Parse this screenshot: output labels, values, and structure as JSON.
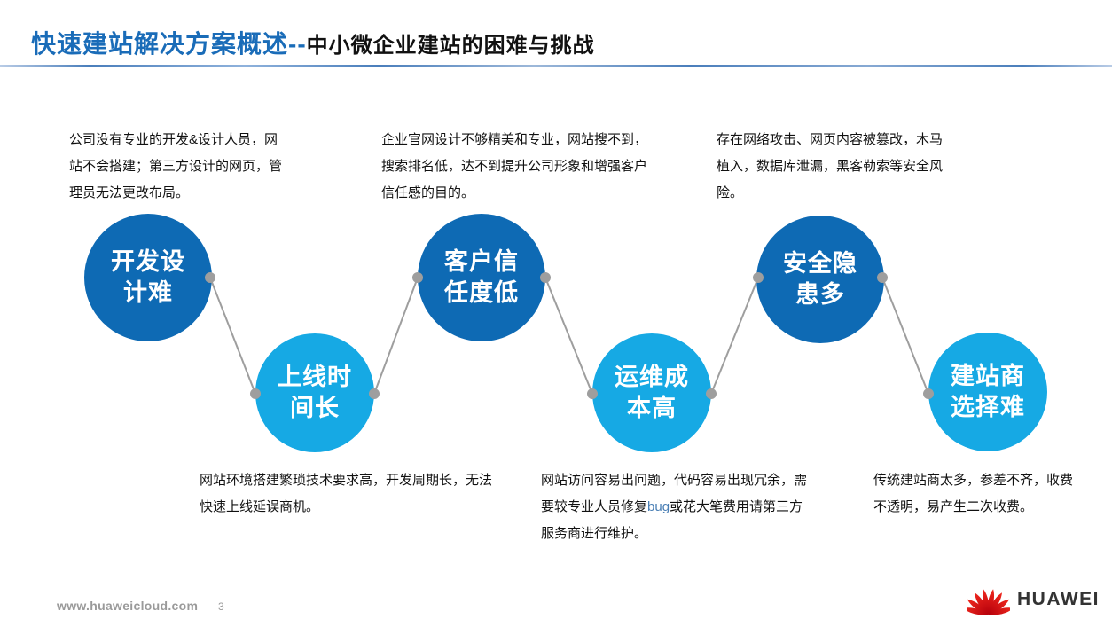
{
  "slide": {
    "title": {
      "primary": "快速建站解决方案概述--",
      "secondary": "中小微企业建站的困难与挑战"
    },
    "top_notes": [
      "公司没有专业的开发&设计人员，网站不会搭建；第三方设计的网页，管理员无法更改布局。",
      "企业官网设计不够精美和专业，网站搜不到，搜索排名低，达不到提升公司形象和增强客户信任感的目的。",
      "存在网络攻击、网页内容被篡改，木马植入，数据库泄漏，黑客勒索等安全风险。"
    ],
    "bubbles": [
      {
        "label": "开发设计难",
        "line1": "开发设",
        "line2": "计难",
        "tone": "dark"
      },
      {
        "label": "上线时间长",
        "line1": "上线时",
        "line2": "间长",
        "tone": "light"
      },
      {
        "label": "客户信任度低",
        "line1": "客户信",
        "line2": "任度低",
        "tone": "dark"
      },
      {
        "label": "运维成本高",
        "line1": "运维成",
        "line2": "本高",
        "tone": "light"
      },
      {
        "label": "安全隐患多",
        "line1": "安全隐",
        "line2": "患多",
        "tone": "dark"
      },
      {
        "label": "建站商选择难",
        "line1": "建站商",
        "line2": "选择难",
        "tone": "light"
      }
    ],
    "bottom_notes": [
      {
        "text": "网站环境搭建繁琐技术要求高，开发周期长，无法快速上线延误商机。"
      },
      {
        "pre": "网站访问容易出问题，代码容易出现冗余，需要较专业人员修复",
        "em": "bug",
        "post": "或花大笔费用请第三方服务商进行维护。"
      },
      {
        "text": "传统建站商太多，参差不齐，收费不透明，易产生二次收费。"
      }
    ],
    "footer": {
      "url": "www.huaweicloud.com",
      "page": "3",
      "brand": "HUAWEI"
    },
    "colors": {
      "dark_blue": "#0e6ab4",
      "light_blue": "#16a9e4",
      "title_blue": "#1a6cb8",
      "connector_gray": "#9e9e9e",
      "huawei_red": "#e2231a"
    }
  }
}
